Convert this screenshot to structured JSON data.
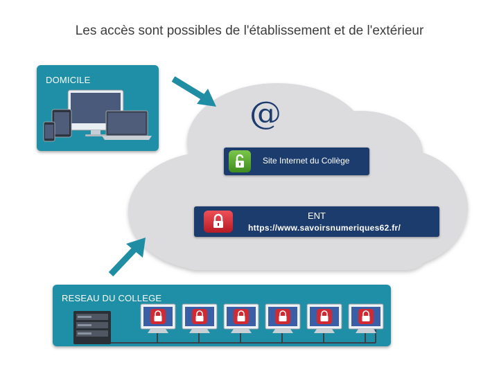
{
  "title": "Les accès sont possibles de l'établissement et de l'extérieur",
  "home": {
    "label": "DOMICILE",
    "devices": [
      "phone-icon",
      "tablet-icon",
      "desktop-icon",
      "laptop-icon"
    ]
  },
  "cloud": {
    "at_symbol": "@",
    "site_label": "Site Internet du Collège",
    "ent_title": "ENT",
    "ent_url": "https://www.savoirsnumeriques62.fr/"
  },
  "school": {
    "label": "RESEAU DU COLLEGE",
    "workstation_count": 6
  },
  "colors": {
    "panel": "#1e8fa6",
    "bar": "#1d3c6e",
    "lock_open": "#5aa830",
    "lock_closed": "#d12a33",
    "cloud": "#dcdcde",
    "arrow": "#1f8da3"
  }
}
